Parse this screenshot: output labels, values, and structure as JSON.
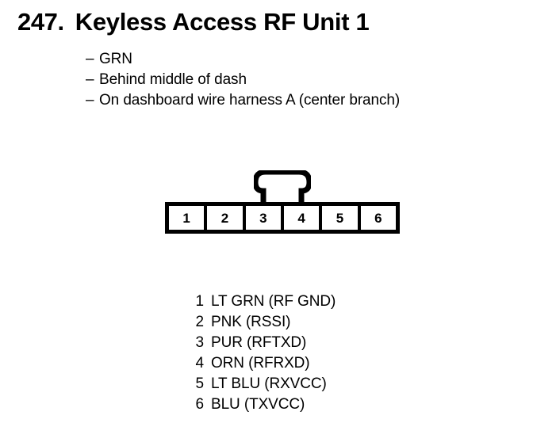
{
  "header": {
    "number": "247.",
    "title": "Keyless Access RF Unit 1"
  },
  "notes": {
    "dash": "–",
    "items": [
      "GRN",
      "Behind middle of dash",
      "On dashboard wire harness A (center branch)"
    ]
  },
  "connector": {
    "pin_count": 6,
    "pins": [
      "1",
      "2",
      "3",
      "4",
      "5",
      "6"
    ],
    "latch_icon": "connector-latch-tab",
    "outline_color": "#000000",
    "fill_color": "#ffffff"
  },
  "legend": {
    "rows": [
      {
        "pin": "1",
        "label": "LT GRN (RF GND)"
      },
      {
        "pin": "2",
        "label": "PNK (RSSI)"
      },
      {
        "pin": "3",
        "label": "PUR (RFTXD)"
      },
      {
        "pin": "4",
        "label": "ORN (RFRXD)"
      },
      {
        "pin": "5",
        "label": "LT BLU (RXVCC)"
      },
      {
        "pin": "6",
        "label": "BLU (TXVCC)"
      }
    ]
  }
}
